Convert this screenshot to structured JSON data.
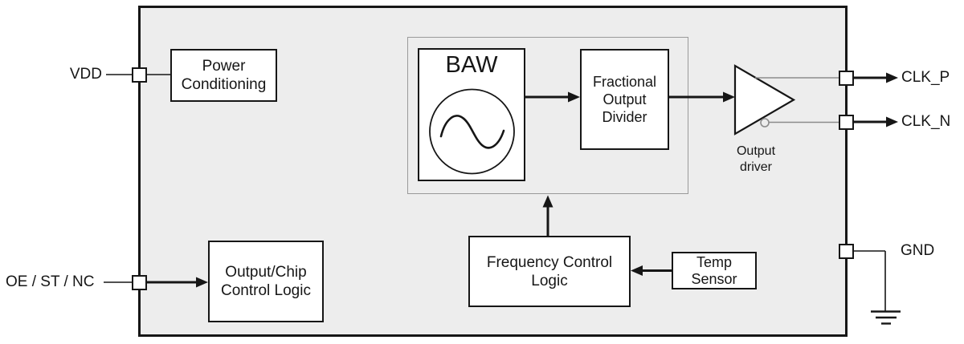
{
  "figure": {
    "kind": "chip functional block diagram"
  },
  "colors": {
    "canvas_bg": "#ffffff",
    "chip_fill": "#ededed",
    "chip_border": "#161616",
    "block_fill": "#ffffff",
    "block_border": "#161616",
    "container_border": "#9a9a9a",
    "signal_line": "#161616",
    "output_trace": "#8c8c8c",
    "text": "#161616"
  },
  "pins": {
    "vdd": {
      "label": "VDD"
    },
    "oe_st_nc": {
      "label": "OE / ST / NC"
    },
    "clk_p": {
      "label": "CLK_P"
    },
    "clk_n": {
      "label": "CLK_N"
    },
    "gnd": {
      "label": "GND"
    }
  },
  "blocks": {
    "power_conditioning": {
      "lines": [
        "Power",
        "Conditioning"
      ]
    },
    "baw": {
      "label": "BAW"
    },
    "fractional_output_divider": {
      "lines": [
        "Fractional",
        "Output",
        "Divider"
      ]
    },
    "output_chip_control_logic": {
      "lines": [
        "Output/Chip",
        "Control Logic"
      ]
    },
    "frequency_control_logic": {
      "lines": [
        "Frequency Control",
        "Logic"
      ]
    },
    "temp_sensor": {
      "lines": [
        "Temp",
        "Sensor"
      ]
    },
    "output_driver": {
      "lines": [
        "Output",
        "driver"
      ]
    }
  }
}
